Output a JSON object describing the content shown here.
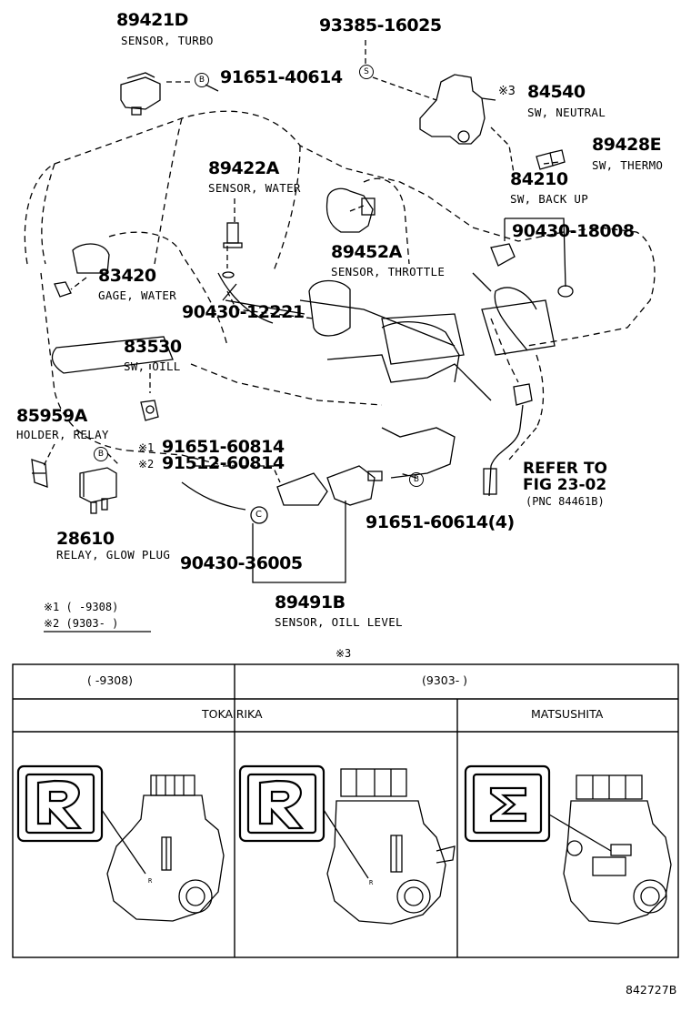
{
  "parts": {
    "p89421d": {
      "number": "89421D",
      "name": "SENSOR, TURBO"
    },
    "p93385": {
      "number": "93385-16025"
    },
    "p91651_40614": {
      "number": "91651-40614",
      "marker": "B"
    },
    "p84540": {
      "number": "84540",
      "note_mark": "※3",
      "name": "SW, NEUTRAL"
    },
    "p89428e": {
      "number": "89428E",
      "name": "SW, THERMO"
    },
    "p84210": {
      "number": "84210",
      "name": "SW, BACK UP"
    },
    "p89422a": {
      "number": "89422A",
      "name": "SENSOR, WATER"
    },
    "p90430_18008": {
      "number": "90430-18008"
    },
    "p89452a": {
      "number": "89452A",
      "name": "SENSOR, THROTTLE"
    },
    "p83420": {
      "number": "83420",
      "name": "GAGE, WATER"
    },
    "p90430_12221": {
      "number": "90430-12221"
    },
    "p83530": {
      "number": "83530",
      "name": "SW, OILL"
    },
    "p85959a": {
      "number": "85959A",
      "name": "HOLDER, RELAY"
    },
    "p91651_60814": {
      "number": "91651-60814",
      "mark": "※1"
    },
    "p91512_60814": {
      "number": "91512-60814",
      "mark": "※2"
    },
    "p28610": {
      "number": "28610",
      "name": "RELAY, GLOW PLUG"
    },
    "p90430_36005": {
      "number": "90430-36005",
      "marker": "C"
    },
    "p91651_60614": {
      "number": "91651-60614(4)"
    },
    "p89491b": {
      "number": "89491B",
      "name": "SENSOR, OILL LEVEL"
    },
    "refer": {
      "line1": "REFER TO",
      "line2": "FIG 23-02",
      "line3": "(PNC 84461B)"
    }
  },
  "notes": {
    "n1": "※1 (    -9308)",
    "n2": "※2 (9303-    )"
  },
  "table": {
    "mark": "※3",
    "period_left": "(      -9308)",
    "period_right": "(9303-      )",
    "maker_left": "TOKAIRIKA",
    "maker_right": "MATSUSHITA"
  },
  "figure_id": "842727B"
}
